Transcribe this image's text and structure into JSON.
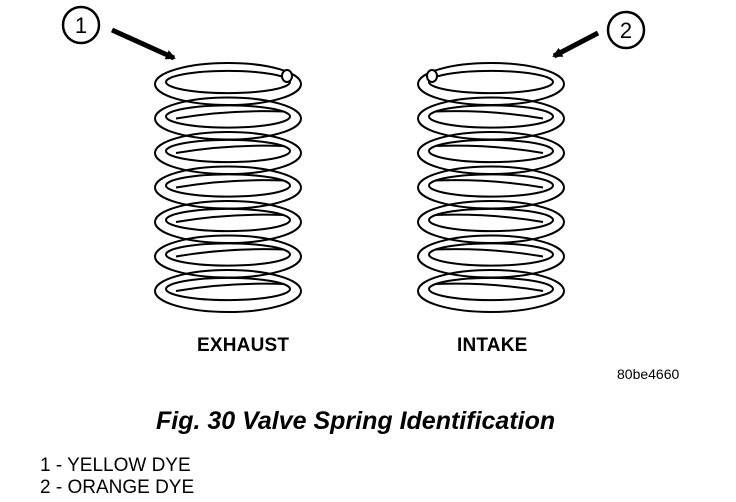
{
  "callouts": [
    {
      "number": "1"
    },
    {
      "number": "2"
    }
  ],
  "springs": {
    "exhaust_label": "EXHAUST",
    "intake_label": "INTAKE"
  },
  "figure_id": "80be4660",
  "caption": "Fig. 30 Valve Spring Identification",
  "legend": [
    {
      "text": "1 - YELLOW DYE"
    },
    {
      "text": "2 - ORANGE DYE"
    }
  ],
  "colors": {
    "ink": "#000000",
    "background": "#ffffff"
  }
}
